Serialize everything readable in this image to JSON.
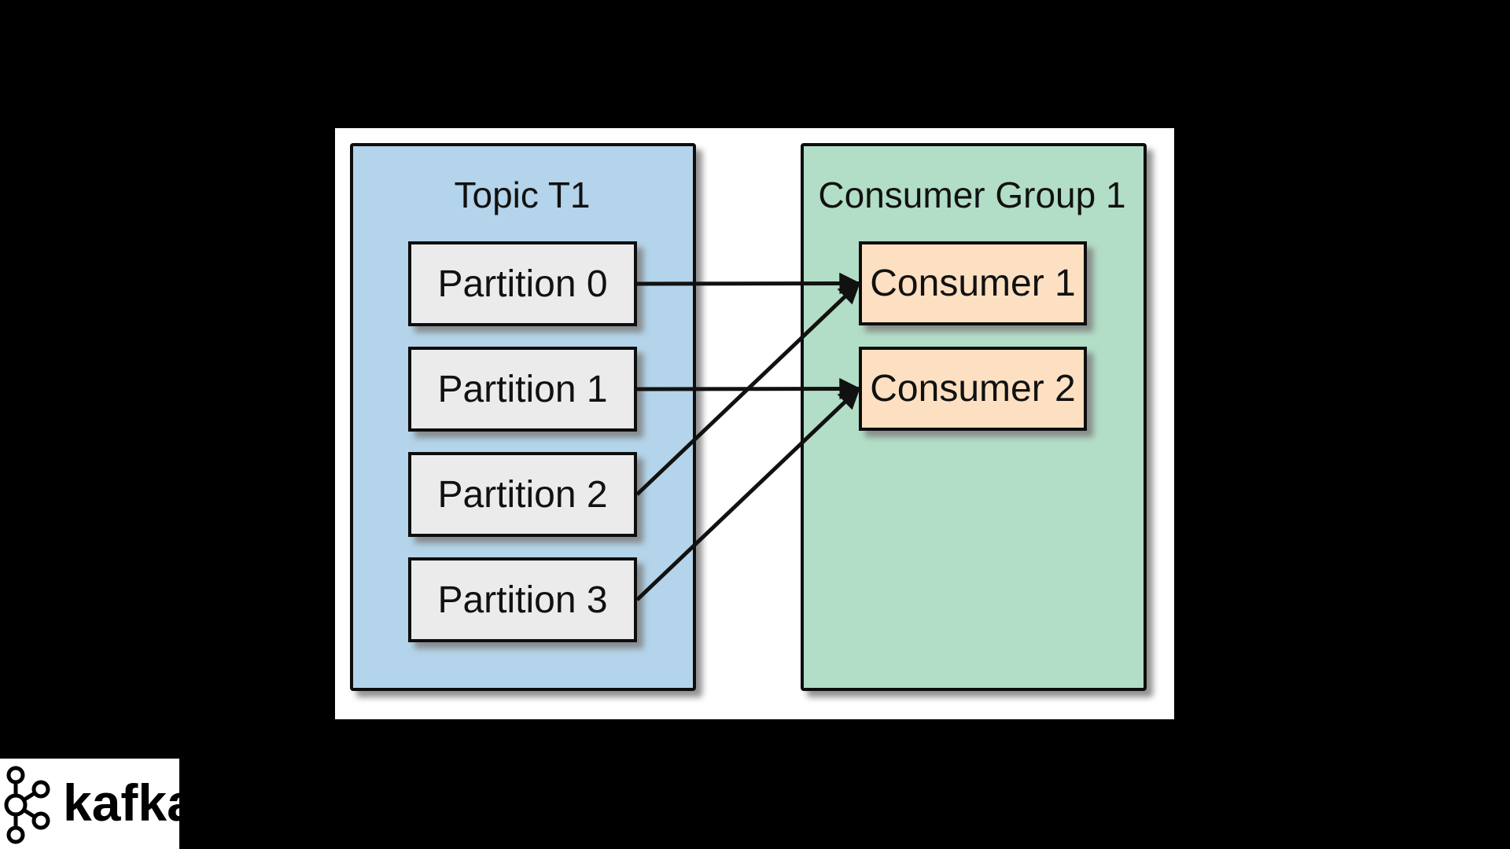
{
  "colors": {
    "page_background": "#000000",
    "diagram_background": "#ffffff",
    "topic_fill": "#b3d4ea",
    "group_fill": "#b2ddc6",
    "partition_fill": "#ebebeb",
    "consumer_fill": "#fde0c2",
    "stroke": "#111111",
    "shadow": "#9a9a9a",
    "logo_background": "#ffffff"
  },
  "diagram": {
    "topic": {
      "title": "Topic T1",
      "partitions": [
        "Partition 0",
        "Partition 1",
        "Partition 2",
        "Partition 3"
      ]
    },
    "consumer_group": {
      "title": "Consumer Group 1",
      "consumers": [
        "Consumer 1",
        "Consumer 2"
      ]
    },
    "assignments": [
      {
        "from": "Partition 0",
        "to": "Consumer 1"
      },
      {
        "from": "Partition 1",
        "to": "Consumer 2"
      },
      {
        "from": "Partition 2",
        "to": "Consumer 1"
      },
      {
        "from": "Partition 3",
        "to": "Consumer 2"
      }
    ]
  },
  "logo": {
    "text": "kafka",
    "icon": "kafka-logo-icon"
  }
}
